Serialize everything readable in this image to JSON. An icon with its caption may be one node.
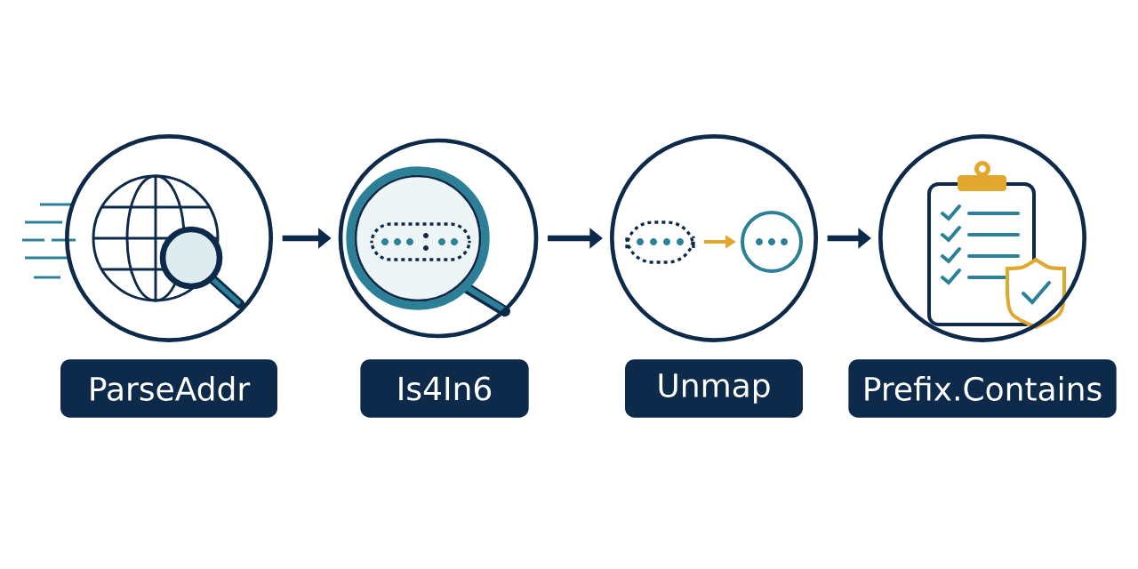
{
  "diagram": {
    "nodes": [
      {
        "text": [],
        "shape": "picture"
      },
      {
        "text": [],
        "shape": "picture"
      },
      {
        "text": [],
        "shape": "picture"
      },
      {
        "text": [],
        "shape": "picture"
      },
      {
        "text": [
          "ParseAddr"
        ]
      },
      {
        "text": [
          "Is4In6"
        ]
      },
      {
        "text": [
          "Unmap"
        ]
      },
      {
        "text": [
          "Prefix.Contains"
        ]
      }
    ],
    "edges": [
      {
        "from": 0,
        "to": 1,
        "arrow": "to"
      },
      {
        "from": 1,
        "to": 2,
        "arrow": "to"
      },
      {
        "from": 2,
        "to": 3,
        "arrow": "to"
      }
    ]
  }
}
